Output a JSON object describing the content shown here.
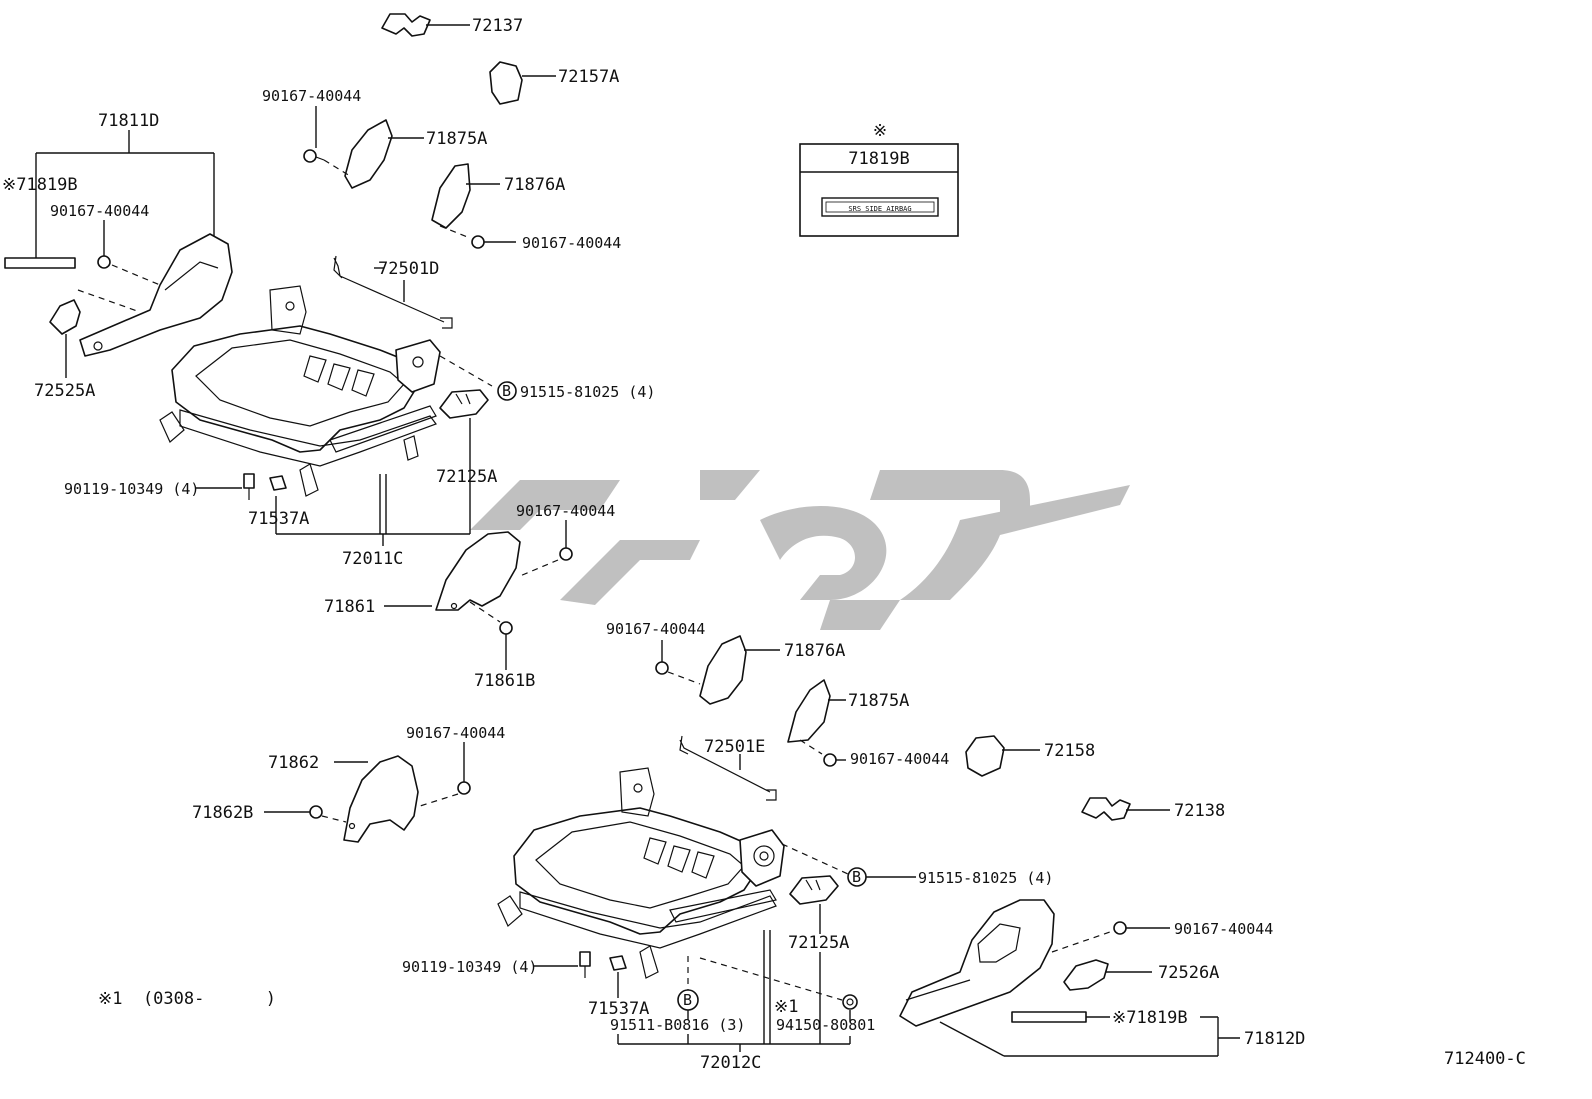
{
  "diagram_id": "712400-C",
  "note": "※1  (0308-      )",
  "label_box": {
    "marker": "※",
    "part": "71819B",
    "sticker_text": "SRS SIDE AIRBAG"
  },
  "watermark": "کیپ",
  "callouts": [
    {
      "id": "c72137",
      "text": "72137"
    },
    {
      "id": "c72157A",
      "text": "72157A"
    },
    {
      "id": "c90167a",
      "text": "90167-40044"
    },
    {
      "id": "c71875A_top",
      "text": "71875A"
    },
    {
      "id": "c71876A_top",
      "text": "71876A"
    },
    {
      "id": "c90167b",
      "text": "90167-40044"
    },
    {
      "id": "c71811D",
      "text": "71811D"
    },
    {
      "id": "c71819B_left",
      "text": "※71819B"
    },
    {
      "id": "c90167c",
      "text": "90167-40044"
    },
    {
      "id": "c72501D",
      "text": "72501D"
    },
    {
      "id": "c72525A",
      "text": "72525A"
    },
    {
      "id": "c91515_top",
      "text": "91515-81025 (4)"
    },
    {
      "id": "c72125A_top",
      "text": "72125A"
    },
    {
      "id": "c90119_top",
      "text": "90119-10349 (4)"
    },
    {
      "id": "c71537A_top",
      "text": "71537A"
    },
    {
      "id": "c72011C",
      "text": "72011C"
    },
    {
      "id": "c90167d",
      "text": "90167-40044"
    },
    {
      "id": "c71861",
      "text": "71861"
    },
    {
      "id": "c71861B",
      "text": "71861B"
    },
    {
      "id": "c90167e",
      "text": "90167-40044"
    },
    {
      "id": "c71876A_bot",
      "text": "71876A"
    },
    {
      "id": "c71875A_bot",
      "text": "71875A"
    },
    {
      "id": "c72501E",
      "text": "72501E"
    },
    {
      "id": "c90167f",
      "text": "90167-40044"
    },
    {
      "id": "c72158",
      "text": "72158"
    },
    {
      "id": "c90167g",
      "text": "90167-40044"
    },
    {
      "id": "c71862",
      "text": "71862"
    },
    {
      "id": "c71862B",
      "text": "71862B"
    },
    {
      "id": "c72138",
      "text": "72138"
    },
    {
      "id": "c91515_bot",
      "text": "91515-81025 (4)"
    },
    {
      "id": "c72125A_bot",
      "text": "72125A"
    },
    {
      "id": "c90167h",
      "text": "90167-40044"
    },
    {
      "id": "c72526A",
      "text": "72526A"
    },
    {
      "id": "c90119_bot",
      "text": "90119-10349 (4)"
    },
    {
      "id": "c71537A_bot",
      "text": "71537A"
    },
    {
      "id": "c71819B_right",
      "text": "※71819B"
    },
    {
      "id": "c71812D",
      "text": "71812D"
    },
    {
      "id": "c91511",
      "text": "91511-B0816 (3)"
    },
    {
      "id": "c94150",
      "text": "94150-80801"
    },
    {
      "id": "c_star1",
      "text": "※1"
    },
    {
      "id": "c72012C",
      "text": "72012C"
    }
  ],
  "ref_markers": [
    {
      "id": "b1",
      "text": "B"
    },
    {
      "id": "b2",
      "text": "B"
    },
    {
      "id": "b3",
      "text": "B"
    }
  ]
}
